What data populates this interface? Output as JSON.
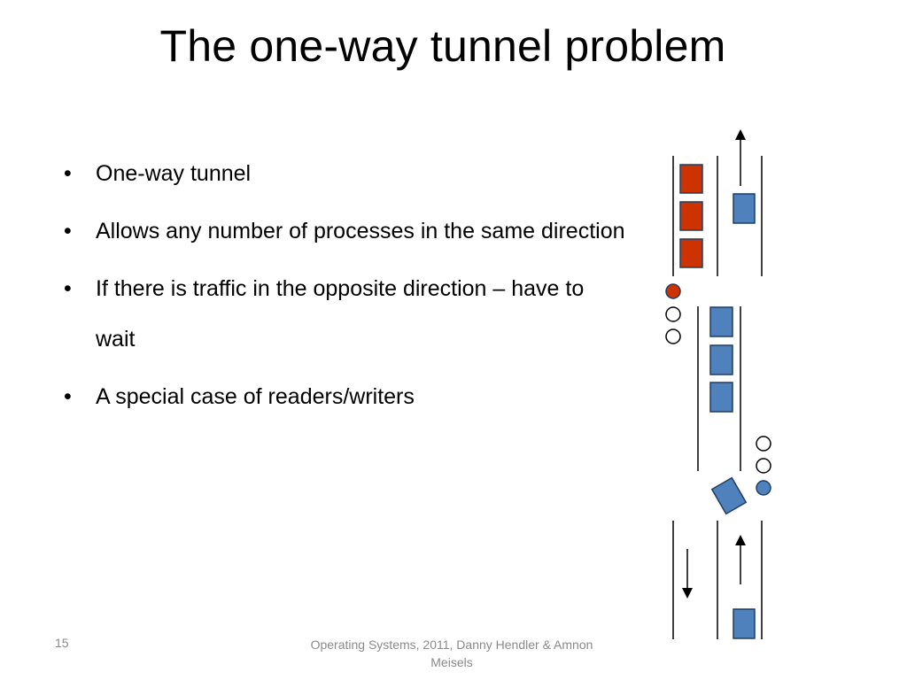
{
  "slide": {
    "title": "The one-way tunnel problem",
    "bullet_char": "•",
    "bullets": [
      {
        "text": "One-way tunnel"
      },
      {
        "text": "Allows any number of processes in the same direction"
      },
      {
        "text": "If there is traffic in the opposite direction – have to wait"
      },
      {
        "text": "A special case of readers/writers"
      }
    ],
    "footer": {
      "page_number": "15",
      "credit": "Operating Systems, 2011, Danny Hendler & Amnon Meisels"
    }
  },
  "diagram": {
    "colors": {
      "red_car": "#cc3300",
      "blue_car": "#4f81bd",
      "outline": "#1f3d63",
      "light_off": "#ffffff",
      "lane_line": "#000000"
    },
    "scenes": [
      {
        "name": "top",
        "red_cars": 3,
        "blue_cars": 1,
        "direction": "up"
      },
      {
        "name": "middle",
        "blue_cars": 3,
        "signals_left": [
          "red",
          "off",
          "off"
        ]
      },
      {
        "name": "merge",
        "signals_right": [
          "off",
          "off",
          "blue"
        ]
      },
      {
        "name": "bottom",
        "blue_cars": 1,
        "arrows": [
          "down",
          "up"
        ]
      }
    ]
  }
}
